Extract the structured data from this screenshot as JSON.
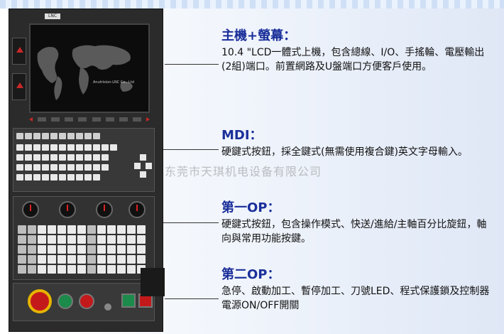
{
  "machine": {
    "brand_tag": "LNC",
    "screen_brand_text": "Anutrision-LNC Co., Ltd"
  },
  "annotations": [
    {
      "title": "主機+螢幕：",
      "body": "10.4 \"LCD一體式上機，包含總線、I/O、手搖輪、電壓輸出(2組)端口。前置網路及U盤端口方便客戶使用。"
    },
    {
      "title": "MDI：",
      "body": "硬鍵式按鈕，採全鍵式(無需使用複合鍵)英文字母輸入。"
    },
    {
      "title": "第一OP：",
      "body": "硬鍵式按鈕，包含操作模式、快送/進給/主軸百分比旋鈕，軸向與常用功能按鍵。"
    },
    {
      "title": "第二OP：",
      "body": "急停、啟動加工、暫停加工、刀號LED、程式保護鎖及控制器電源ON/OFF開關"
    }
  ],
  "watermark": "东莞市天琪机电设备有限公司",
  "colors": {
    "title": "#1a2f9a",
    "estop": "#c4191b",
    "estop_ring": "#e6b400",
    "start_green": "#1b8a4a",
    "stop_red": "#c4191b"
  }
}
